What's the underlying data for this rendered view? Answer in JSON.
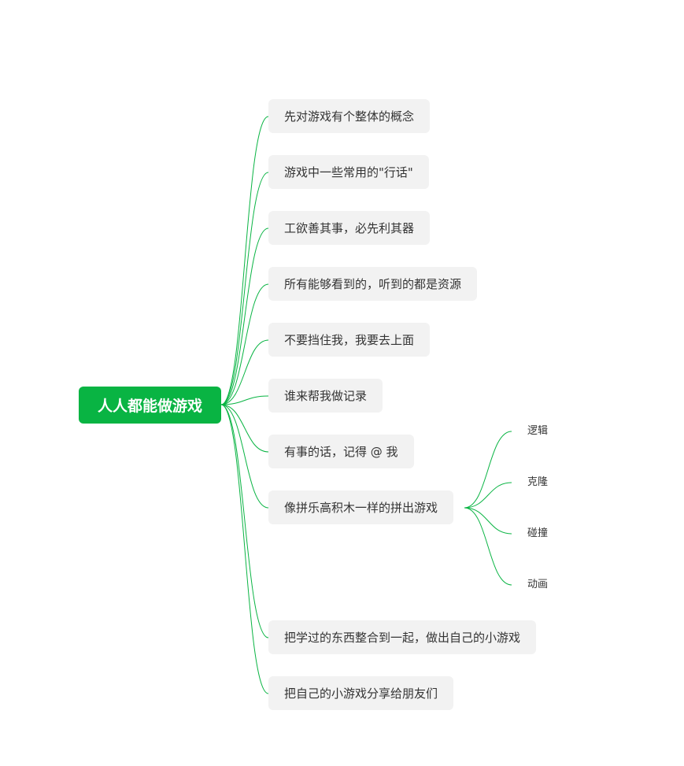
{
  "root": {
    "label": "人人都能做游戏"
  },
  "colors": {
    "accent": "#09b443",
    "node_bg": "#f2f2f2",
    "text": "#333333"
  },
  "branches": [
    {
      "label": "先对游戏有个整体的概念"
    },
    {
      "label": "游戏中一些常用的\"行话\""
    },
    {
      "label": "工欲善其事，必先利其器"
    },
    {
      "label": "所有能够看到的，听到的都是资源"
    },
    {
      "label": "不要挡住我，我要去上面"
    },
    {
      "label": "谁来帮我做记录"
    },
    {
      "label": "有事的话，记得 @ 我"
    },
    {
      "label": "像拼乐高积木一样的拼出游戏",
      "children": [
        {
          "label": "逻辑"
        },
        {
          "label": "克隆"
        },
        {
          "label": "碰撞"
        },
        {
          "label": "动画"
        }
      ]
    },
    {
      "label": "把学过的东西整合到一起，做出自己的小游戏"
    },
    {
      "label": "把自己的小游戏分享给朋友们"
    }
  ]
}
